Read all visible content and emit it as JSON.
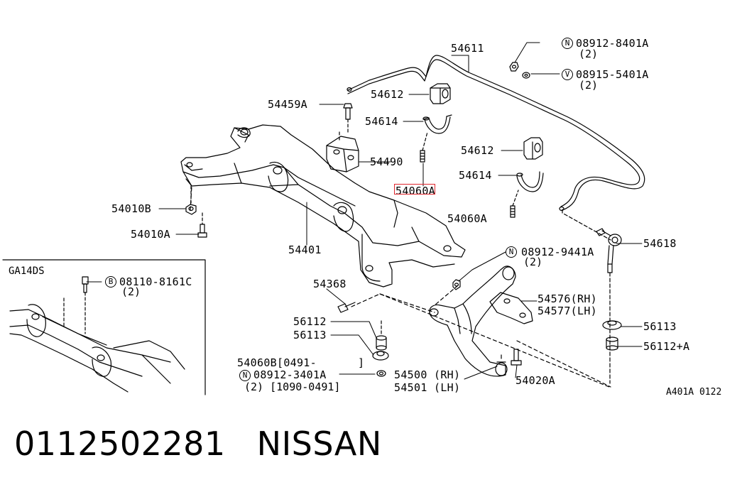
{
  "labels": {
    "p54611": "54611",
    "p54612_a": "54612",
    "p54612_b": "54612",
    "p54614_a": "54614",
    "p54614_b": "54614",
    "p54459A": "54459A",
    "p54490": "54490",
    "p54060A_a": "54060A",
    "p54060A_b": "54060A",
    "p54010B": "54010B",
    "p54010A": "54010A",
    "p54401": "54401",
    "p54618": "54618",
    "p54368": "54368",
    "p56112": "56112",
    "p56113_a": "56113",
    "p56113_b": "56113",
    "p56112A": "56112+A",
    "p54576": "54576(RH)",
    "p54577": "54577(LH)",
    "p54500": "54500 (RH)",
    "p54501": "54501 (LH)",
    "p54020A": "54020A",
    "p54060B": "54060B[0491-",
    "p54060B_end": "]",
    "p08912_3401A": "08912-3401A",
    "p08912_3401A_sub": "(2) [1090-0491]",
    "p08912_8401A": "08912-8401A",
    "p08912_8401A_sub": "(2)",
    "p08915_5401A": "08915-5401A",
    "p08915_5401A_sub": "(2)",
    "p08912_9441A": "08912-9441A",
    "p08912_9441A_sub": "(2)",
    "p08110_8161C": "08110-8161C",
    "p08110_8161C_sub": "(2)"
  },
  "prefix_marks": {
    "n_8401A": "N",
    "v_5401A": "V",
    "n_9441A": "N",
    "n_3401A": "N",
    "b_8161C": "B"
  },
  "inset": {
    "title": "GA14DS"
  },
  "figure_code": "A401A 0122",
  "caption": {
    "part_number": "0112502281",
    "brand": "NISSAN"
  },
  "highlight": {
    "part": "54060A",
    "color": "#e0262d"
  }
}
